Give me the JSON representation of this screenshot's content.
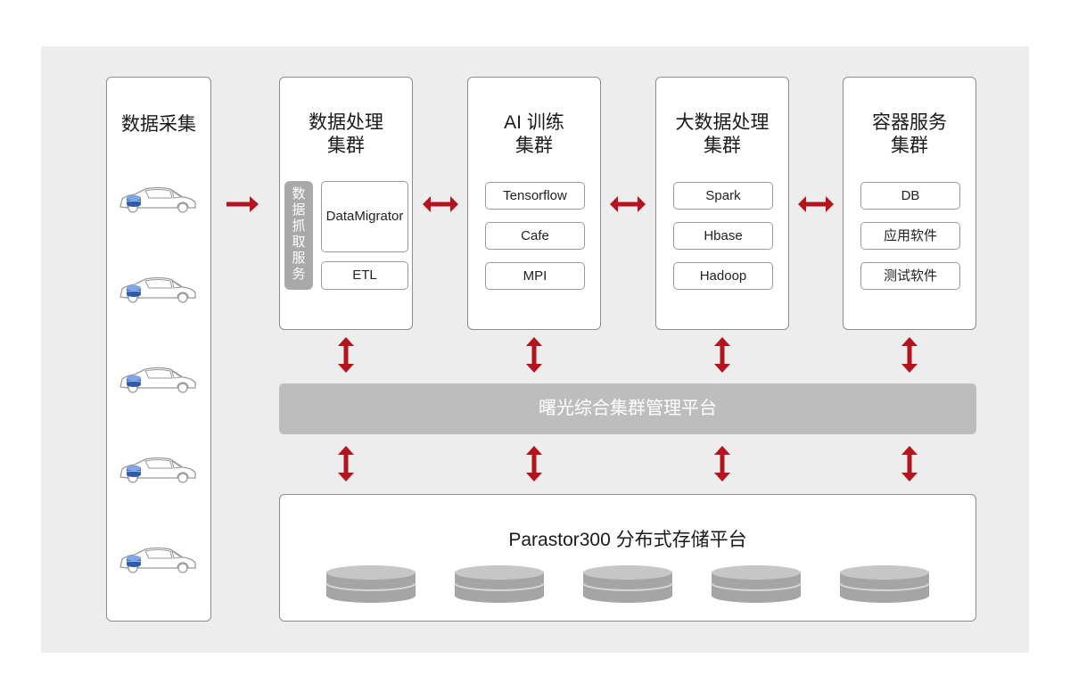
{
  "collection": {
    "title": "数据采集",
    "car_count": 5
  },
  "clusters": [
    {
      "title": "数据处理\n集群",
      "side_tag": "数\n据\n抓\n取\n服\n务",
      "items": [
        "DataMigrator",
        "ETL"
      ]
    },
    {
      "title": "AI 训练\n集群",
      "items": [
        "Tensorflow",
        "Cafe",
        "MPI"
      ]
    },
    {
      "title": "大数据处理\n集群",
      "items": [
        "Spark",
        "Hbase",
        "Hadoop"
      ]
    },
    {
      "title": "容器服务\n集群",
      "items": [
        "DB",
        "应用软件",
        "测试软件"
      ]
    }
  ],
  "management": {
    "label": "曙光综合集群管理平台"
  },
  "storage": {
    "label": "Parastor300 分布式存储平台",
    "disk_count": 5
  },
  "colors": {
    "arrow": "#b5141e",
    "panel": "#ededed",
    "platform": "#bdbdbd",
    "car_accent": "#3b6fc4"
  },
  "icons": {
    "car": "car-icon",
    "disk": "storage-disk-icon",
    "arrow": "double-arrow-icon"
  }
}
